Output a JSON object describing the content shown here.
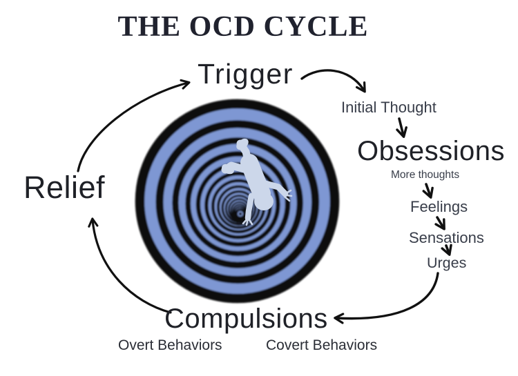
{
  "title": "THE OCD CYCLE",
  "nodes": {
    "trigger": "Trigger",
    "initial_thought": "Initial Thought",
    "obsessions": "Obsessions",
    "more_thoughts": "More thoughts",
    "feelings": "Feelings",
    "sensations": "Sensations",
    "urges": "Urges",
    "compulsions": "Compulsions",
    "overt_behaviors": "Overt Behaviors",
    "covert_behaviors": "Covert Behaviors",
    "relief": "Relief"
  },
  "edges": [
    {
      "from": "Relief",
      "to": "Trigger"
    },
    {
      "from": "Trigger",
      "to": "Initial Thought"
    },
    {
      "from": "Initial Thought",
      "to": "Obsessions"
    },
    {
      "from": "More thoughts",
      "to": "Feelings"
    },
    {
      "from": "Feelings",
      "to": "Sensations"
    },
    {
      "from": "Sensations",
      "to": "Urges"
    },
    {
      "from": "Urges",
      "to": "Compulsions"
    },
    {
      "from": "Compulsions",
      "to": "Relief"
    }
  ],
  "center_graphic": {
    "spiral_icon": "hypnotic-spiral",
    "figure_icon": "falling-person"
  },
  "colors": {
    "background": "#ffffff",
    "title_text": "#20222e",
    "label_text": "#1f2127",
    "secondary_text": "#383d49",
    "arrow": "#111111",
    "spiral_blue": "#7e97d3",
    "spiral_black": "#0a0b0d",
    "figure": "#ccd7ea"
  }
}
